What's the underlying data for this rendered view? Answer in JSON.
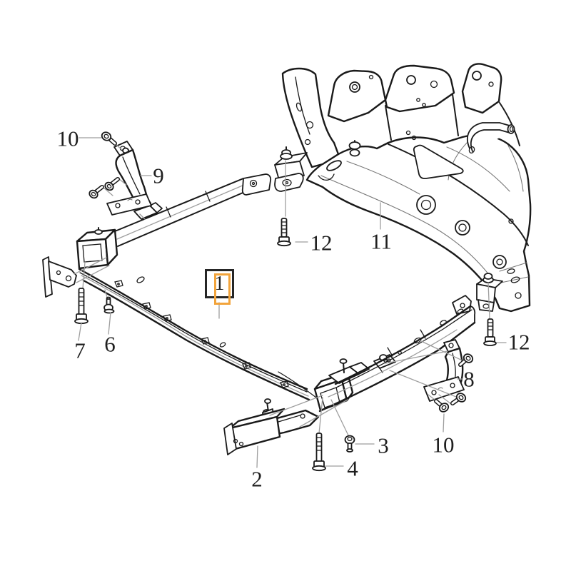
{
  "figure": {
    "type": "exploded-parts-diagram",
    "description": "Front suspension subframe and crossmember parts diagram with numbered callouts",
    "background_color": "#ffffff",
    "line_color": "#1a1a1a",
    "leader_color": "#9e9e9e",
    "highlight_color": "#F2A43C",
    "selected_callout": "1",
    "callouts": [
      {
        "id": "10-upper-left",
        "label": "10"
      },
      {
        "id": "9",
        "label": "9"
      },
      {
        "id": "12-left",
        "label": "12"
      },
      {
        "id": "11",
        "label": "11"
      },
      {
        "id": "1",
        "label": "1",
        "selected": true
      },
      {
        "id": "7",
        "label": "7"
      },
      {
        "id": "6",
        "label": "6"
      },
      {
        "id": "12-right",
        "label": "12"
      },
      {
        "id": "8",
        "label": "8"
      },
      {
        "id": "10-lower-right",
        "label": "10"
      },
      {
        "id": "2",
        "label": "2"
      },
      {
        "id": "4",
        "label": "4"
      },
      {
        "id": "3",
        "label": "3"
      }
    ]
  }
}
